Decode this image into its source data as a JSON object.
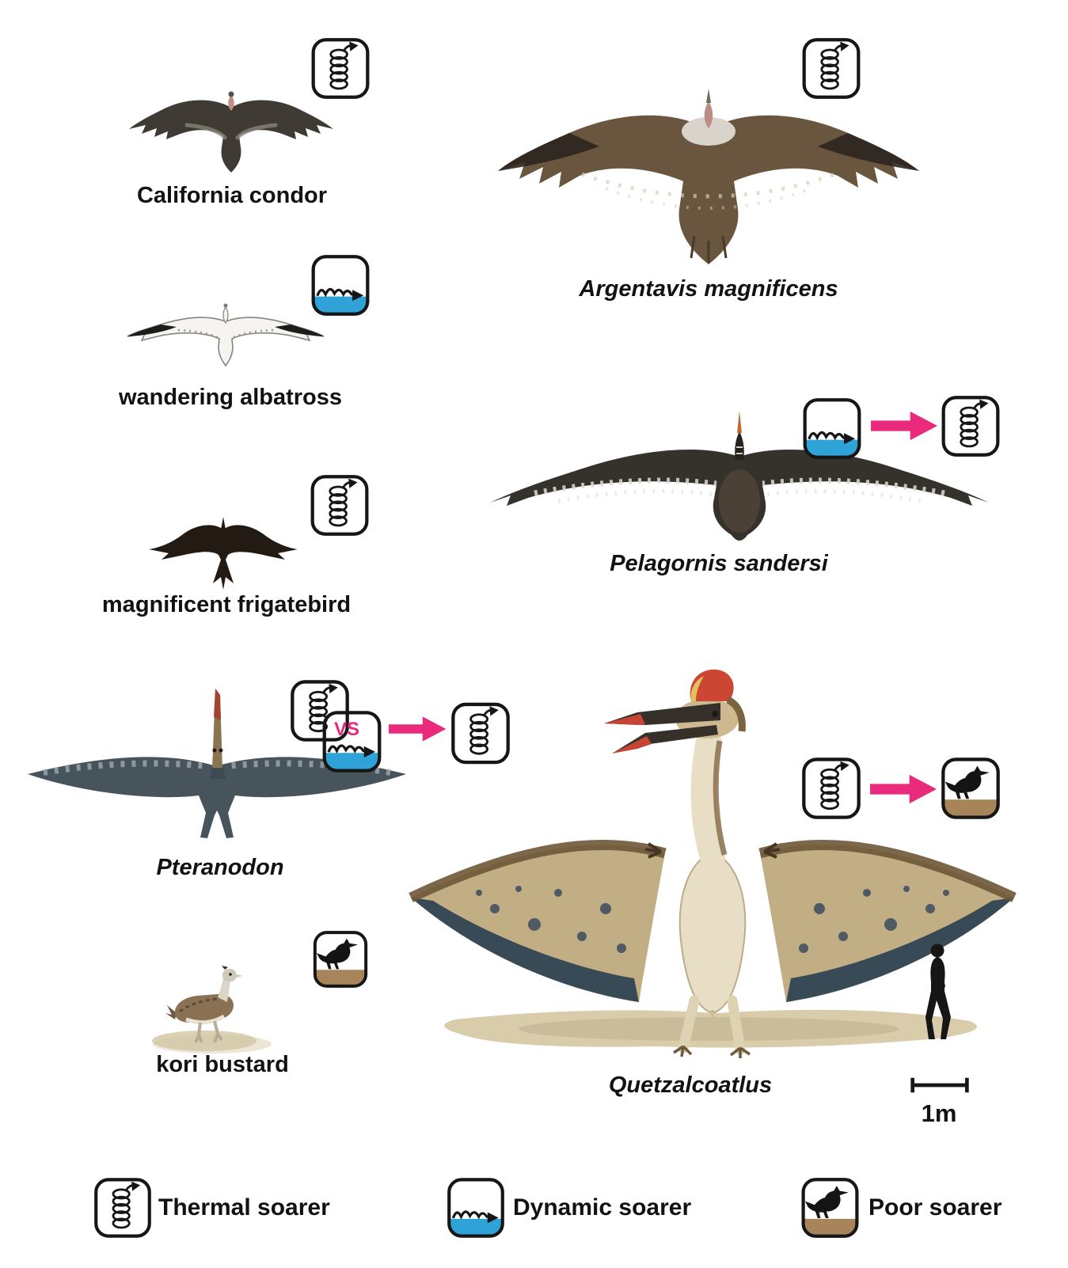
{
  "figure": {
    "panels": [
      {
        "name": "california-condor",
        "label": "California condor",
        "label_italic": false,
        "soaring_style": "thermal"
      },
      {
        "name": "argentavis",
        "label": "Argentavis magnificens",
        "label_italic": true,
        "soaring_style": "thermal"
      },
      {
        "name": "wandering-albatross",
        "label": "wandering albatross",
        "label_italic": false,
        "soaring_style": "dynamic"
      },
      {
        "name": "magnificent-frigatebird",
        "label": "magnificent frigatebird",
        "label_italic": false,
        "soaring_style": "thermal"
      },
      {
        "name": "pelagornis-sandersi",
        "label": "Pelagornis sandersi",
        "label_italic": true,
        "soaring_revision": {
          "from": "dynamic",
          "to": "thermal"
        }
      },
      {
        "name": "pteranodon",
        "label": "Pteranodon",
        "label_italic": true,
        "vs_label": "VS",
        "soaring_debate": [
          "thermal",
          "dynamic"
        ],
        "soaring_result": "thermal"
      },
      {
        "name": "kori-bustard",
        "label": "kori bustard",
        "label_italic": false,
        "soaring_style": "poor"
      },
      {
        "name": "quetzalcoatlus",
        "label": "Quetzalcoatlus",
        "label_italic": true,
        "soaring_revision": {
          "from": "thermal",
          "to": "poor"
        }
      }
    ],
    "scale_bar_label": "1m",
    "legend": {
      "items": [
        {
          "type": "thermal",
          "icon": "thermal-soarer-icon",
          "label": "Thermal soarer"
        },
        {
          "type": "dynamic",
          "icon": "dynamic-soarer-icon",
          "label": "Dynamic soarer"
        },
        {
          "type": "poor",
          "icon": "poor-soarer-icon",
          "label": "Poor soarer"
        }
      ]
    },
    "colors": {
      "arrow_pink": "#EA2A7D",
      "water_blue": "#2FA3D7",
      "ground_brown": "#A8845B",
      "ink": "#121212"
    }
  }
}
